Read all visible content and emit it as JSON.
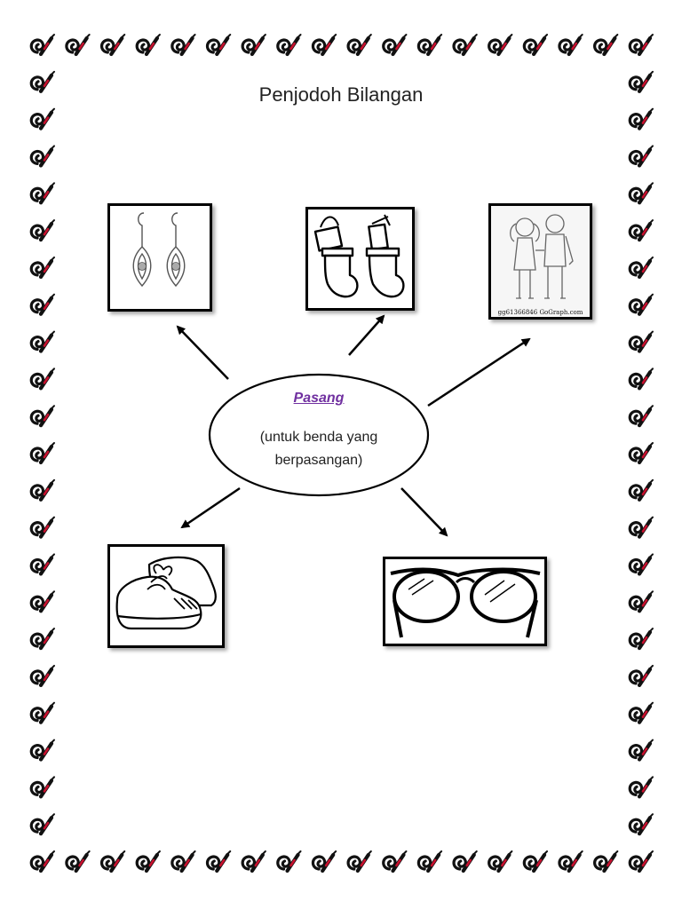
{
  "page": {
    "title": "Penjodoh Bilangan"
  },
  "center": {
    "heading": "Pasang",
    "description": "(untuk benda yang berpasangan)",
    "heading_color": "#7030a0"
  },
  "pictures": [
    {
      "name": "earrings-picture",
      "icon": "earrings-icon"
    },
    {
      "name": "stockings-picture",
      "icon": "christmas-stockings-icon"
    },
    {
      "name": "children-picture",
      "icon": "boy-and-girl-icon",
      "watermark": "gg61366846 GoGraph.com"
    },
    {
      "name": "shoes-picture",
      "icon": "sneakers-icon"
    },
    {
      "name": "glasses-picture",
      "icon": "eyeglasses-icon"
    }
  ],
  "border": {
    "icon": "spiral-pencil-icon",
    "ink_color": "#111111",
    "accent_color": "#c8102e"
  }
}
